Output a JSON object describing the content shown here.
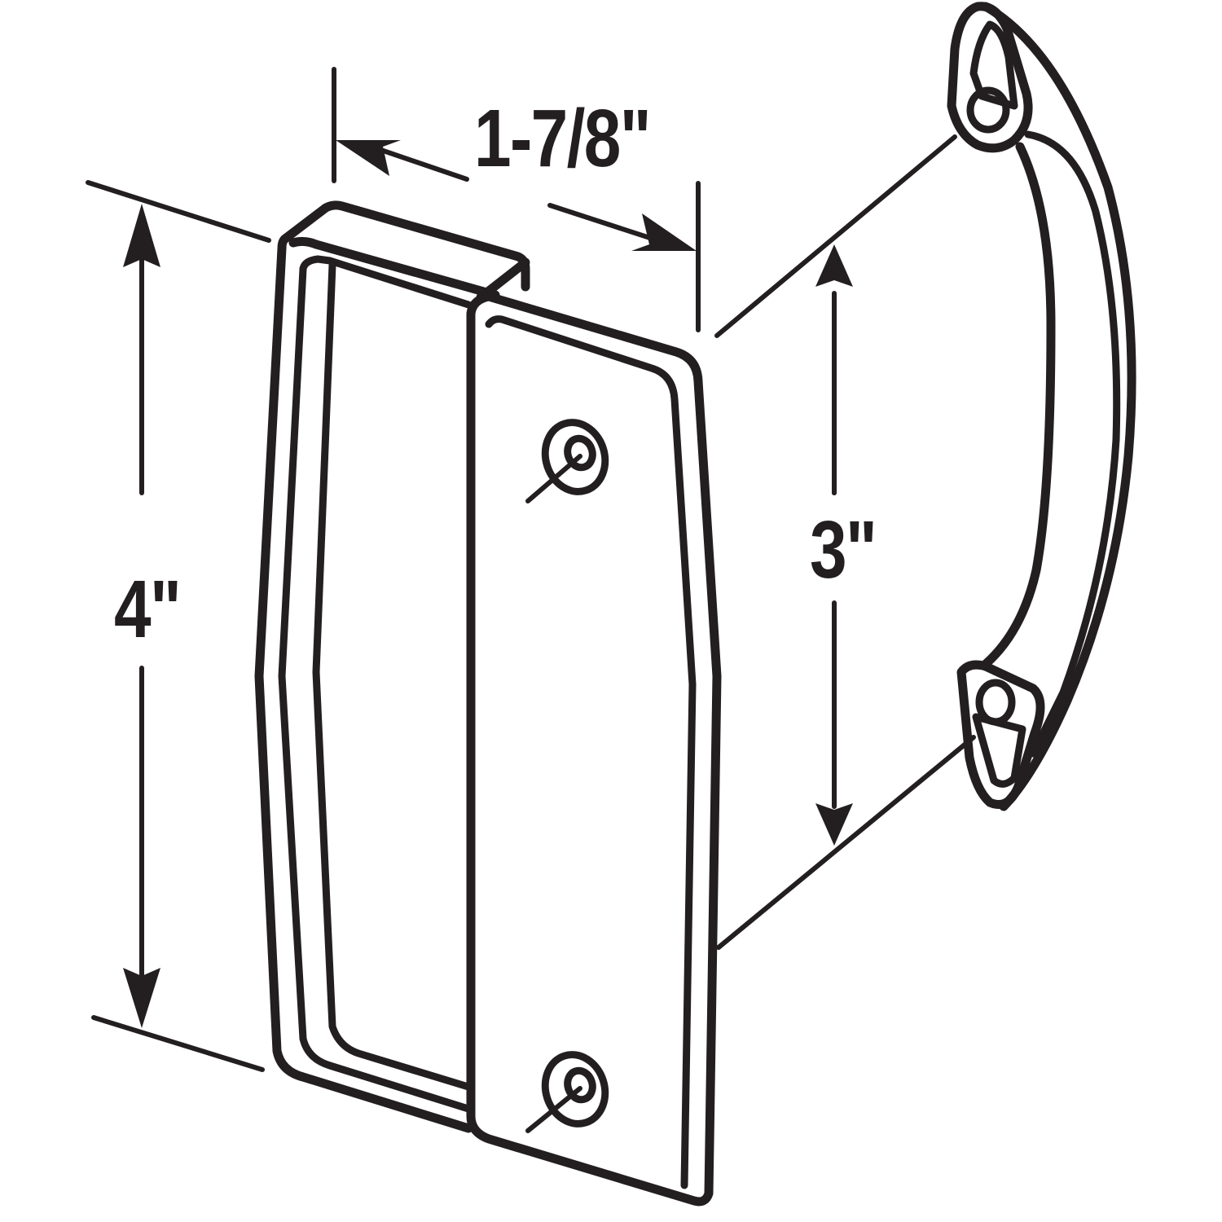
{
  "figure": {
    "subject": "Sliding screen door pull handle set",
    "line_color": "#231f20",
    "background": "#ffffff"
  },
  "dimensions": {
    "width": {
      "label": "1-7/8\"",
      "description": "plate depth"
    },
    "height": {
      "label": "4\"",
      "description": "plate height"
    },
    "hole_spacing": {
      "label": "3\"",
      "description": "handle mounting hole spacing"
    }
  },
  "parts": [
    {
      "name": "inside pull plate",
      "screw_holes": 2
    },
    {
      "name": "outside pull handle",
      "screw_holes": 2
    }
  ]
}
